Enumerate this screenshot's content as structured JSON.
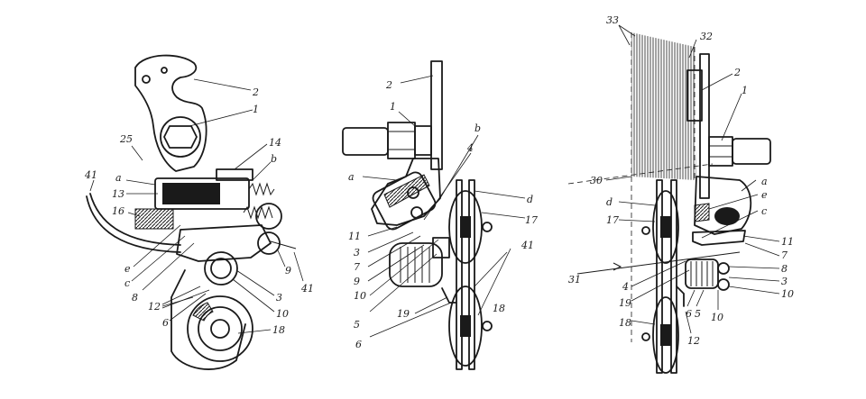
{
  "figure": {
    "views": [
      {
        "id": "side-view",
        "labels": [
          "2",
          "1",
          "25",
          "14",
          "b",
          "41",
          "a",
          "13",
          "16",
          "e",
          "c",
          "8",
          "12",
          "6",
          "3",
          "9",
          "41",
          "10",
          "18"
        ]
      },
      {
        "id": "rear-view",
        "labels": [
          "2",
          "1",
          "b",
          "4",
          "a",
          "d",
          "17",
          "11",
          "3",
          "7",
          "9",
          "10",
          "41",
          "5",
          "19",
          "6",
          "18"
        ]
      },
      {
        "id": "front-view",
        "labels": [
          "33",
          "32",
          "2",
          "1",
          "30",
          "a",
          "e",
          "c",
          "d",
          "17",
          "11",
          "7",
          "8",
          "3",
          "10",
          "31",
          "4",
          "19",
          "6",
          "5",
          "10",
          "18",
          "12"
        ]
      }
    ]
  }
}
